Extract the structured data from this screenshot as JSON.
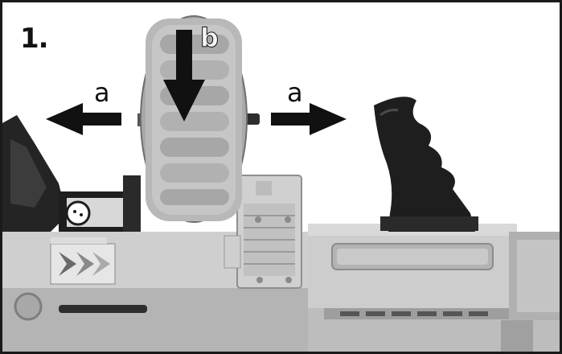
{
  "step": {
    "number": "1."
  },
  "callouts": {
    "arrow_a_left": "a",
    "arrow_a_right": "a",
    "arrow_b": "b"
  },
  "colors": {
    "ink": "#111111",
    "gray_light": "#c8c8c8",
    "gray_mid": "#9a9a9a",
    "gray_dark": "#3a3a3a",
    "black_part": "#1e1e1e"
  }
}
